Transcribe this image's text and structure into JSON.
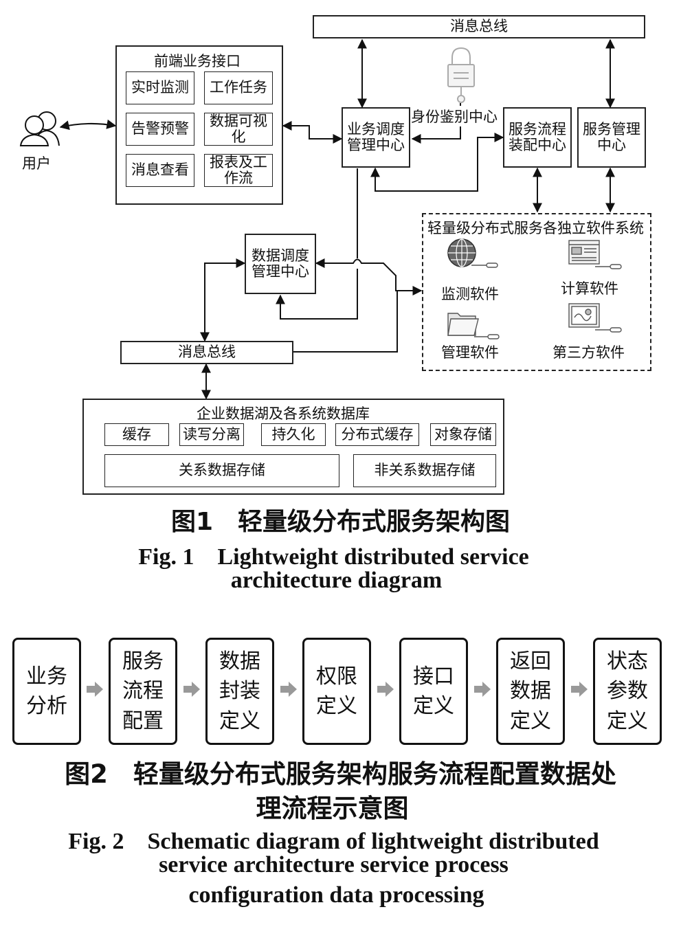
{
  "fig1": {
    "user": "用户",
    "front": {
      "title": "前端业务接口",
      "items": [
        "实时监测",
        "工作任务",
        "告警预警",
        "数据可视化",
        "消息查看",
        "报表及工作流"
      ]
    },
    "message_bus_top": "消息总线",
    "identity": "身份鉴别中心",
    "biz_scheduler": "业务调度管理中心",
    "service_flow": "服务流程装配中心",
    "service_mgmt": "服务管理中心",
    "data_scheduler": "数据调度管理中心",
    "systems": {
      "title": "轻量级分布式服务各独立软件系统",
      "items": [
        "监测软件",
        "计算软件",
        "管理软件",
        "第三方软件"
      ]
    },
    "message_bus_bottom": "消息总线",
    "datalake": {
      "title": "企业数据湖及各系统数据库",
      "row1": [
        "缓存",
        "读写分离",
        "持久化",
        "分布式缓存",
        "对象存储"
      ],
      "row2": [
        "关系数据存储",
        "非关系数据存储"
      ]
    },
    "caption_zh": "图1　轻量级分布式服务架构图",
    "caption_en_1": "Fig. 1　Lightweight distributed service",
    "caption_en_2": "architecture diagram"
  },
  "fig2": {
    "steps": [
      "业务分析",
      "服务流程配置",
      "数据封装定义",
      "权限定义",
      "接口定义",
      "返回数据定义",
      "状态参数定义"
    ],
    "arrow_color": "#999999",
    "caption_zh_1": "图2　轻量级分布式服务架构服务流程配置数据处",
    "caption_zh_2": "理流程示意图",
    "caption_en_1": "Fig. 2　Schematic diagram of lightweight distributed",
    "caption_en_2": "service architecture service process",
    "caption_en_3": "configuration data processing"
  }
}
